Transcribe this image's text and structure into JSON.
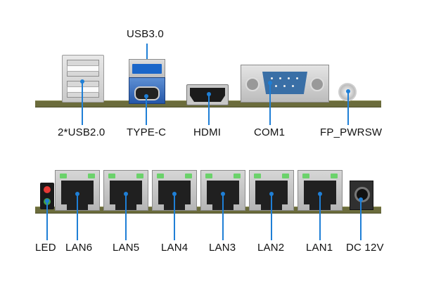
{
  "top_row": {
    "usb3_label": "USB3.0",
    "usb2_label": "2*USB2.0",
    "typec_label": "TYPE-C",
    "hdmi_label": "HDMI",
    "com_label": "COM1",
    "pwr_label": "FP_PWRSW"
  },
  "bottom_row": {
    "led_label": "LED",
    "lan6_label": "LAN6",
    "lan5_label": "LAN5",
    "lan4_label": "LAN4",
    "lan3_label": "LAN3",
    "lan2_label": "LAN2",
    "lan1_label": "LAN1",
    "dc_label": "DC 12V"
  },
  "colors": {
    "leader_line": "#1f7fd6",
    "board": "#6b6c3c",
    "led_red": "#e53935",
    "led_green": "#43a047"
  },
  "icons": [
    "usb2-port-icon",
    "usb3-port-icon",
    "type-c-port-icon",
    "hdmi-port-icon",
    "com-port-icon",
    "power-switch-icon",
    "led-icon",
    "rj45-port-icon",
    "dc-jack-icon"
  ]
}
